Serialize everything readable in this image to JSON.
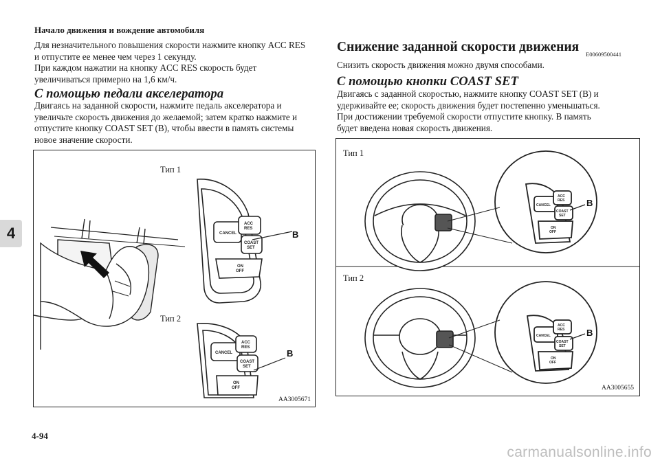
{
  "header": {
    "title": "Начало движения и вождение автомобиля"
  },
  "chapter_tab": "4",
  "left": {
    "para1": [
      "Для незначительного повышения скорости нажмите кнопку ACC RES",
      "и отпустите ее менее чем через 1 секунду.",
      "При каждом нажатии на кнопку ACC RES скорость будет",
      "увеличиваться примерно на 1,6 км/ч."
    ],
    "heading": "С помощью педали акселератора",
    "para2": [
      "Двигаясь на заданной скорости, нажмите педаль акселератора и",
      "увеличьте скорость движения до желаемой; затем кратко нажмите и",
      "отпустите кнопку COAST SET (B), чтобы ввести в память системы",
      "новое значение скорости."
    ],
    "figure": {
      "type1_label": "Тип 1",
      "type2_label": "Тип 2",
      "code": "AA3005671",
      "cancel": "CANCEL",
      "acc": "ACC",
      "res": "RES",
      "coast": "COAST",
      "set": "SET",
      "on": "ON",
      "off": "OFF",
      "b": "B"
    }
  },
  "right": {
    "heading": "Снижение заданной скорости движения",
    "code": "E00609500441",
    "para1": "Снизить скорость движения можно двумя способами.",
    "subheading": "С помощью кнопки COAST SET",
    "para2": [
      "Двигаясь с заданной скоростью, нажмите кнопку COAST SET (B) и",
      "удерживайте ее; скорость движения будет постепенно уменьшаться.",
      "При достижении требуемой скорости отпустите кнопку. В память",
      "будет введена новая скорость движения."
    ],
    "figure": {
      "type1_label": "Тип 1",
      "type2_label": "Тип 2",
      "code": "AA3005655",
      "cancel": "CANCEL",
      "acc": "ACC",
      "res": "RES",
      "coast": "COAST",
      "set": "SET",
      "on": "ON",
      "off": "OFF",
      "b": "B"
    }
  },
  "page_number": "4-94",
  "watermark": "carmanualsonline.info"
}
